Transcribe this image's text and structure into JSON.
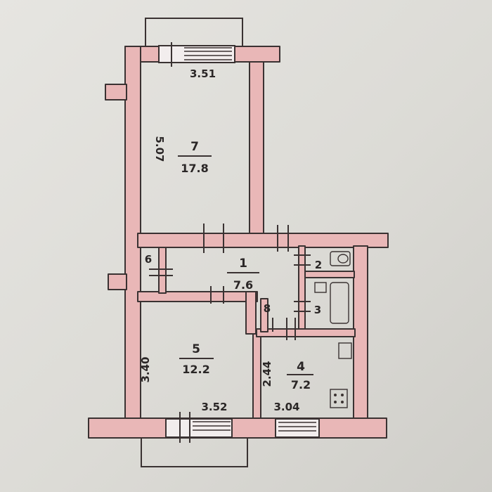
{
  "rooms": [
    {
      "id": "room-7",
      "number": "7",
      "area": "17.8"
    },
    {
      "id": "room-1",
      "number": "1",
      "area": "7.6"
    },
    {
      "id": "room-5",
      "number": "5",
      "area": "12.2"
    },
    {
      "id": "room-4",
      "number": "4",
      "area": "7.2"
    },
    {
      "id": "room-2",
      "number": "2"
    },
    {
      "id": "room-3",
      "number": "3"
    },
    {
      "id": "room-6",
      "number": "6"
    },
    {
      "id": "room-8",
      "number": "8"
    }
  ],
  "dimensions": {
    "room7_width": "3.51",
    "room7_length": "5.07",
    "room5_length": "3.40",
    "room5_width": "3.52",
    "room4_length": "2.44",
    "room4_width": "3.04"
  }
}
